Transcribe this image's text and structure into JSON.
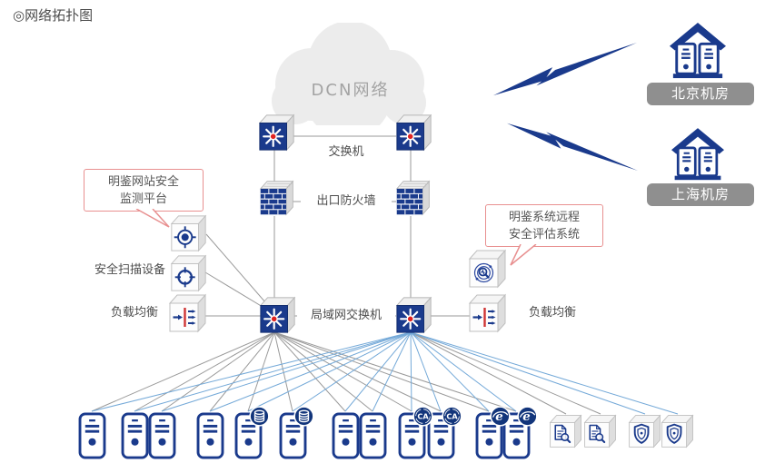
{
  "title": "◎网络拓扑图",
  "cloud": {
    "label": "DCN网络"
  },
  "labels": {
    "switch": "交换机",
    "firewall": "出口防火墙",
    "lan_switch": "局域网交换机",
    "scanner": "安全扫描设备",
    "lb_left": "负载均衡",
    "lb_right": "负载均衡"
  },
  "callouts": {
    "monitor": {
      "line1": "明鉴网站安全",
      "line2": "监测平台"
    },
    "assessment": {
      "line1": "明鉴系统远程",
      "line2": "安全评估系统"
    }
  },
  "datacenters": {
    "beijing": {
      "label": "北京机房"
    },
    "shanghai": {
      "label": "上海机房"
    }
  },
  "badges": {
    "ca": "CA",
    "ie": "e"
  },
  "colors": {
    "navy": "#1a3a8c",
    "red_dot": "#e02321",
    "red_bar": "#cf3535",
    "callout_border": "#e89090",
    "line_gray": "#9a9a9a",
    "line_blue": "#74a9d8",
    "label_badge_bg": "#8f8f8f",
    "cloud_fill": "#ececec",
    "text_gray": "#4d4d4d"
  }
}
